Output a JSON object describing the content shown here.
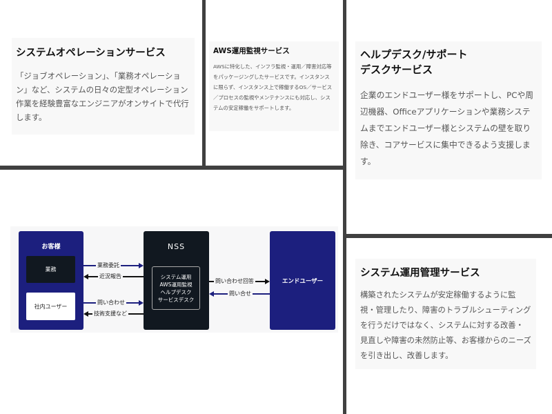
{
  "panels": {
    "system_operation": {
      "title": "システムオペレーションサービス",
      "body": "「ジョブオペレーション」、「業務オペレーション」など、システムの日々の定型オペレーション作業を経験豊富なエンジニアがオンサイトで代行します。"
    },
    "aws": {
      "title": "AWS運用監視サービス",
      "body": "AWSに特化した、インフラ監視・運用／障害対応等をパッケージングしたサービスです。インスタンスに限らず、インスタンス上で稼働するOS／サービス／プロセスの監視やメンテナンスにも対応し、システムの安定稼働をサポートします。"
    },
    "helpdesk": {
      "title_line1": "ヘルプデスク/サポート",
      "title_line2": "デスクサービス",
      "body": "企業のエンドユーザー様をサポートし、PCや周辺機器、Officeアプリケーションや業務システムまでエンドユーザー様とシステムの壁を取り除き、コアサービスに集中できるよう支援します。"
    },
    "system_management": {
      "title": "システム運用管理サービス",
      "body": "構築されたシステムが安定稼働するように監視・管理したり、障害のトラブルシューティングを行うだけではなく、システムに対する改善・見直しや障害の未然防止等、お客様からのニーズを引き出し、改善します。"
    }
  },
  "diagram": {
    "customer": {
      "title": "お客様",
      "business": "業務",
      "internal_users": "社内ユーザー"
    },
    "nss": {
      "title": "NSS",
      "services": [
        "システム運用",
        "AWS運用監視",
        "ヘルプデスク",
        "サービスデスク"
      ]
    },
    "end_user": "エンドユーザー",
    "arrows": {
      "outsourcing": "業務委託",
      "status_report": "近況報告",
      "inquiry": "問い合わせ",
      "tech_support": "技術支援など",
      "inquiry_answer": "問い合わせ回答",
      "inquiry2": "問い合せ"
    },
    "colors": {
      "navy": "#1c1f7e",
      "dark": "#111820"
    }
  }
}
